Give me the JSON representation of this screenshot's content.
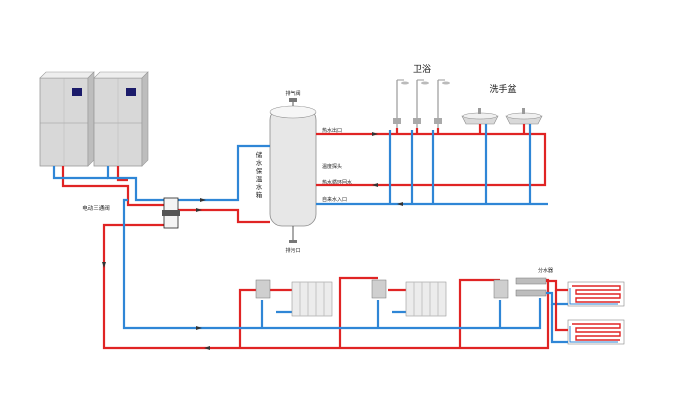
{
  "labels": {
    "exhaust_valve": "排气阀",
    "tank_line1": "储",
    "tank_line2": "水",
    "tank_line3": "保",
    "tank_line4": "温",
    "tank_line5": "水",
    "tank_line6": "箱",
    "hot_out": "热水出口",
    "temp_probe": "温度探头",
    "hot_return": "热水循环回水",
    "tap_in": "自来水入口",
    "drain": "排污口",
    "bath": "卫浴",
    "basin": "洗手盆",
    "three_way_valve": "电动三通阀",
    "manifold": "分水器"
  },
  "colors": {
    "hot": "#e02424",
    "cold": "#2f86d6"
  }
}
